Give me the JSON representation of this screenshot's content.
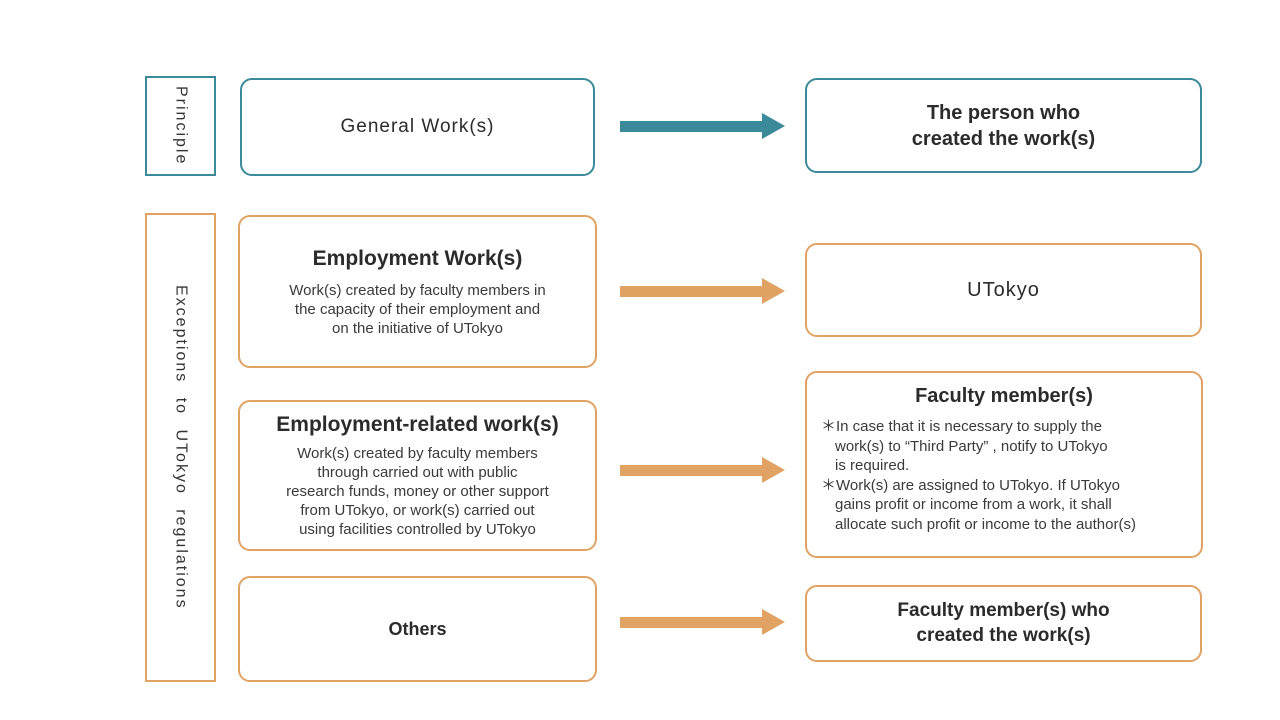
{
  "colors": {
    "teal": "#3A8A99",
    "orange": "#E0A363",
    "text": "#333333"
  },
  "side_labels": {
    "principle": "Principle",
    "exceptions": "Exceptions to UTokyo regulations"
  },
  "rows": [
    {
      "category": {
        "title": "General Work(s)"
      },
      "owner": {
        "title": "The person who\ncreated the work(s)"
      },
      "arrow_color": "#3A8A99"
    },
    {
      "category": {
        "title": "Employment Work(s)",
        "body": "Work(s) created by faculty members in\nthe capacity of their employment and\non the initiative of UTokyo"
      },
      "owner": {
        "title": "UTokyo"
      },
      "arrow_color": "#E0A363"
    },
    {
      "category": {
        "title": "Employment-related work(s)",
        "body": "Work(s) created by faculty members\nthrough carried out with public\nresearch funds, money or other support\nfrom UTokyo, or work(s) carried out\nusing facilities controlled by UTokyo"
      },
      "owner": {
        "title": "Faculty member(s)",
        "notes": [
          "＊In case that it is necessary to supply the\nwork(s) to “Third Party” , notify to UTokyo\nis required.",
          "＊Work(s) are assigned to UTokyo. If UTokyo\ngains profit or income from a work, it shall\nallocate such profit or income to the author(s)"
        ]
      },
      "arrow_color": "#E0A363"
    },
    {
      "category": {
        "title": "Others"
      },
      "owner": {
        "title": "Faculty member(s) who\ncreated the work(s)"
      },
      "arrow_color": "#E0A363"
    }
  ]
}
